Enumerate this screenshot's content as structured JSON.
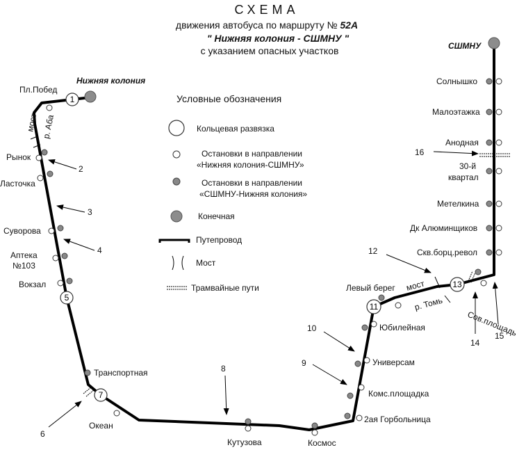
{
  "header": {
    "line1": "СХЕМА",
    "line2": "движения автобуса по маршруту №",
    "route_no": "52А",
    "line3": "\"  Нижняя колония  -  СШМНУ   \"",
    "line4": "с указанием опасных участков"
  },
  "terminals": {
    "start": "Нижняя колония",
    "end": "СШМНУ"
  },
  "legend": {
    "title": "Условные обозначения",
    "ring": "Кольцевая развязка",
    "stop_dir1_l1": "Остановки в направлении",
    "stop_dir1_l2": "«Нижняя колония-СШМНУ»",
    "stop_dir2_l1": "Остановки в направлении",
    "stop_dir2_l2": "«СШМНУ-Нижняя колония»",
    "terminal": "Конечная",
    "overpass": "Путепровод",
    "bridge": "Мост",
    "tram": "Трамвайные пути"
  },
  "stops": {
    "pl_pobed": "Пл.Побед",
    "rynok": "Рынок",
    "lastochka": "Ласточка",
    "suvorova": "Суворова",
    "apteka_l1": "Аптека",
    "apteka_l2": "№103",
    "vokzal": "Вокзал",
    "transportnaya": "Транспортная",
    "okean": "Океан",
    "kutuzova": "Кутузова",
    "kosmos": "Космос",
    "gorbolnitsa": "2ая Горбольница",
    "koms_pl": "Комс.площадка",
    "universam": "Универсам",
    "yubileynaya": "Юбилейная",
    "levy_bereg": "Левый берег",
    "sov_pl": "Сов.площадь",
    "skv_borts": "Скв.борц.револ",
    "dk_alum": "Дк Алюминщиков",
    "metelkina": "Метелкина",
    "kvartal_l1": "30-й",
    "kvartal_l2": "квартал",
    "anodnaya": "Анодная",
    "maloetazhka": "Малоэтажка",
    "solnyshko": "Солнышко"
  },
  "rivers": {
    "aba": "р. Аба",
    "aba_most": "мост",
    "tom": "р. Томь",
    "tom_most": "мост"
  },
  "rings": [
    "1",
    "5",
    "7",
    "11",
    "13"
  ],
  "danger_points": [
    "2",
    "3",
    "4",
    "6",
    "8",
    "9",
    "10",
    "12",
    "14",
    "15",
    "16"
  ]
}
